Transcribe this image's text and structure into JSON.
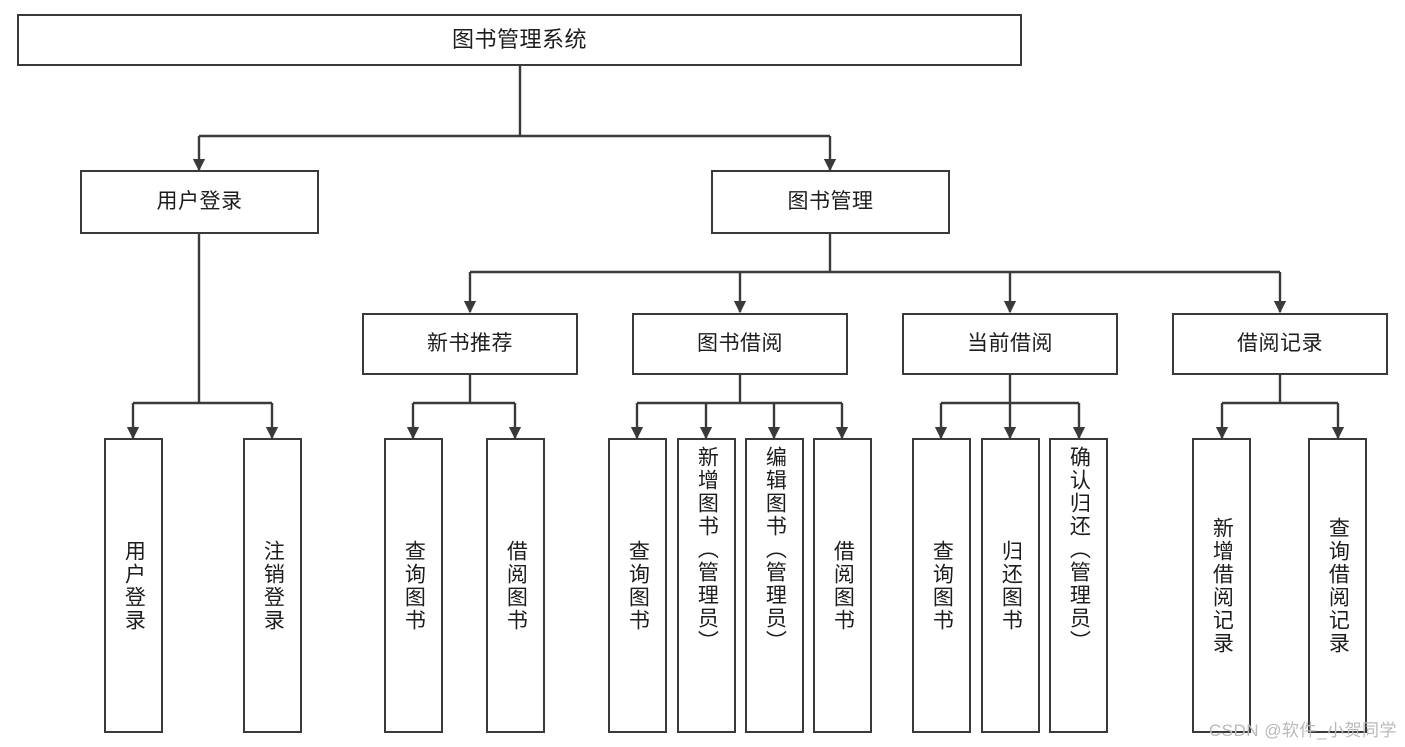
{
  "diagram": {
    "type": "tree",
    "title": "图书管理系统",
    "stroke_color": "#3a3a3a",
    "text_color": "#1d1d1d",
    "background": "#ffffff",
    "root": {
      "label": "图书管理系统"
    },
    "level1": [
      {
        "label": "用户登录"
      },
      {
        "label": "图书管理"
      }
    ],
    "level2": [
      {
        "label": "新书推荐"
      },
      {
        "label": "图书借阅"
      },
      {
        "label": "当前借阅"
      },
      {
        "label": "借阅记录"
      }
    ],
    "leaves": {
      "user_login": [
        {
          "label": "用户登录"
        },
        {
          "label": "注销登录"
        }
      ],
      "new_book": [
        {
          "label": "查询图书"
        },
        {
          "label": "借阅图书"
        }
      ],
      "book_borrow": [
        {
          "label": "查询图书"
        },
        {
          "label": "新增图书（管理员）"
        },
        {
          "label": "编辑图书（管理员）"
        },
        {
          "label": "借阅图书"
        }
      ],
      "current_borrow": [
        {
          "label": "查询图书"
        },
        {
          "label": "归还图书"
        },
        {
          "label": "确认归还（管理员）"
        }
      ],
      "borrow_record": [
        {
          "label": "新增借阅记录"
        },
        {
          "label": "查询借阅记录"
        }
      ]
    }
  },
  "watermark": {
    "text": "CSDN @软件_小贺同学"
  }
}
